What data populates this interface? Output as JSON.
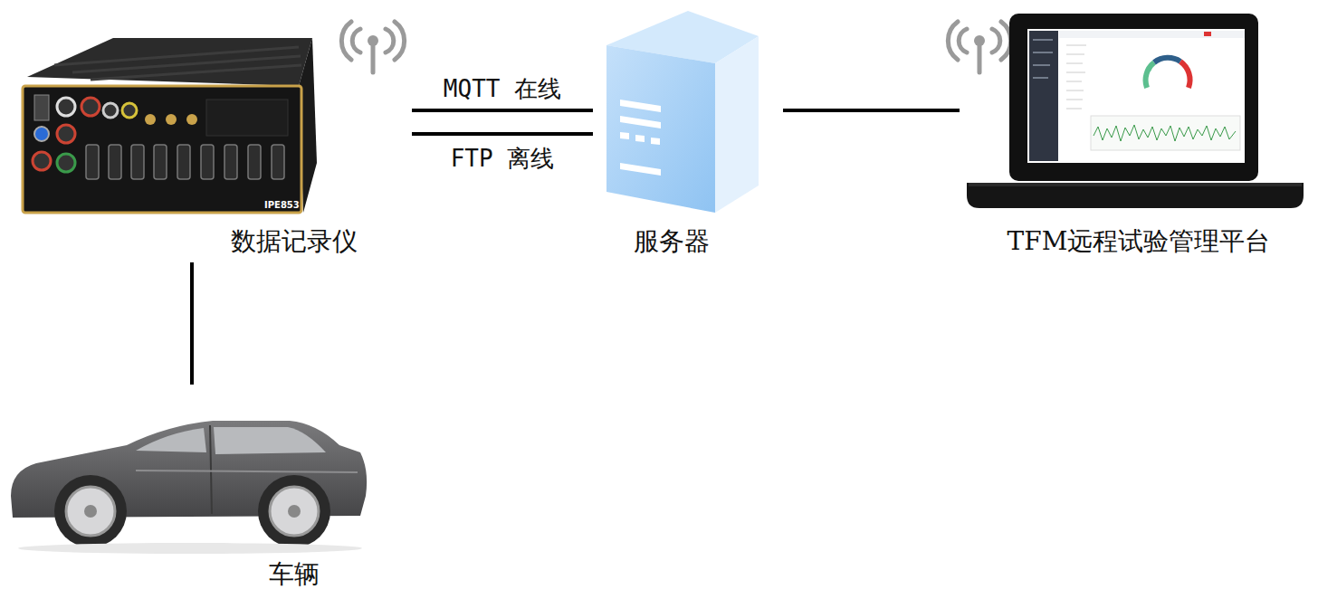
{
  "diagram": {
    "nodes": [
      {
        "text": [
          "数据记录仪"
        ]
      },
      {
        "text": [
          "服务器"
        ]
      },
      {
        "text": [
          "TFM远程试验管理平台"
        ]
      },
      {
        "text": [
          "车辆"
        ]
      }
    ],
    "edges": [
      {
        "from": 0,
        "to": 1,
        "label": "MQTT 在线",
        "arrow": "none"
      },
      {
        "from": 0,
        "to": 1,
        "label": "FTP 离线",
        "arrow": "none"
      },
      {
        "from": 1,
        "to": 2,
        "arrow": "none"
      },
      {
        "from": 0,
        "to": 3,
        "arrow": "none"
      }
    ],
    "labels": [
      "IPE853"
    ]
  }
}
